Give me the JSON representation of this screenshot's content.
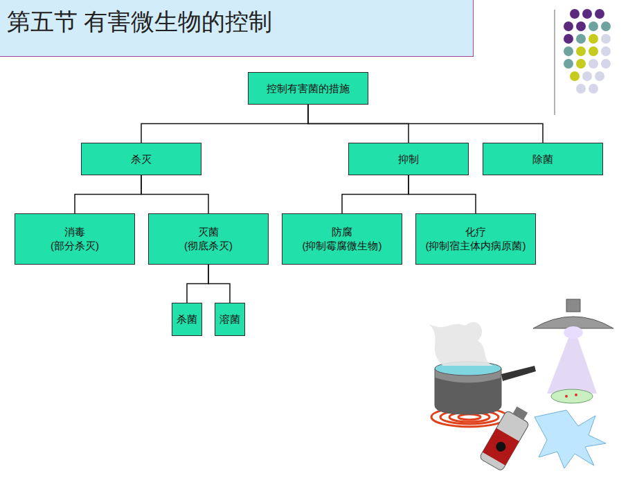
{
  "diagram": {
    "title": "第五节 有害微生物的控制",
    "nodes": [
      {
        "text": [
          "控制有害菌的措施"
        ]
      },
      {
        "text": [
          "杀灭"
        ]
      },
      {
        "text": [
          "抑制"
        ]
      },
      {
        "text": [
          "除菌"
        ]
      },
      {
        "text": [
          "消毒",
          "(部分杀灭)"
        ]
      },
      {
        "text": [
          "灭菌",
          "(彻底杀灭)"
        ]
      },
      {
        "text": [
          "防腐",
          "(抑制霉腐微生物)"
        ]
      },
      {
        "text": [
          "化疗",
          "(抑制宿主体内病原菌)"
        ]
      },
      {
        "text": [
          "杀菌"
        ]
      },
      {
        "text": [
          "溶菌"
        ]
      }
    ],
    "edges": [
      {
        "from": 0,
        "to": 1,
        "arrow": "none"
      },
      {
        "from": 0,
        "to": 2,
        "arrow": "none"
      },
      {
        "from": 0,
        "to": 3,
        "arrow": "none"
      },
      {
        "from": 1,
        "to": 4,
        "arrow": "none"
      },
      {
        "from": 1,
        "to": 5,
        "arrow": "none"
      },
      {
        "from": 2,
        "to": 6,
        "arrow": "none"
      },
      {
        "from": 2,
        "to": 7,
        "arrow": "none"
      },
      {
        "from": 5,
        "to": 8,
        "arrow": "none"
      },
      {
        "from": 5,
        "to": 9,
        "arrow": "none"
      }
    ]
  }
}
